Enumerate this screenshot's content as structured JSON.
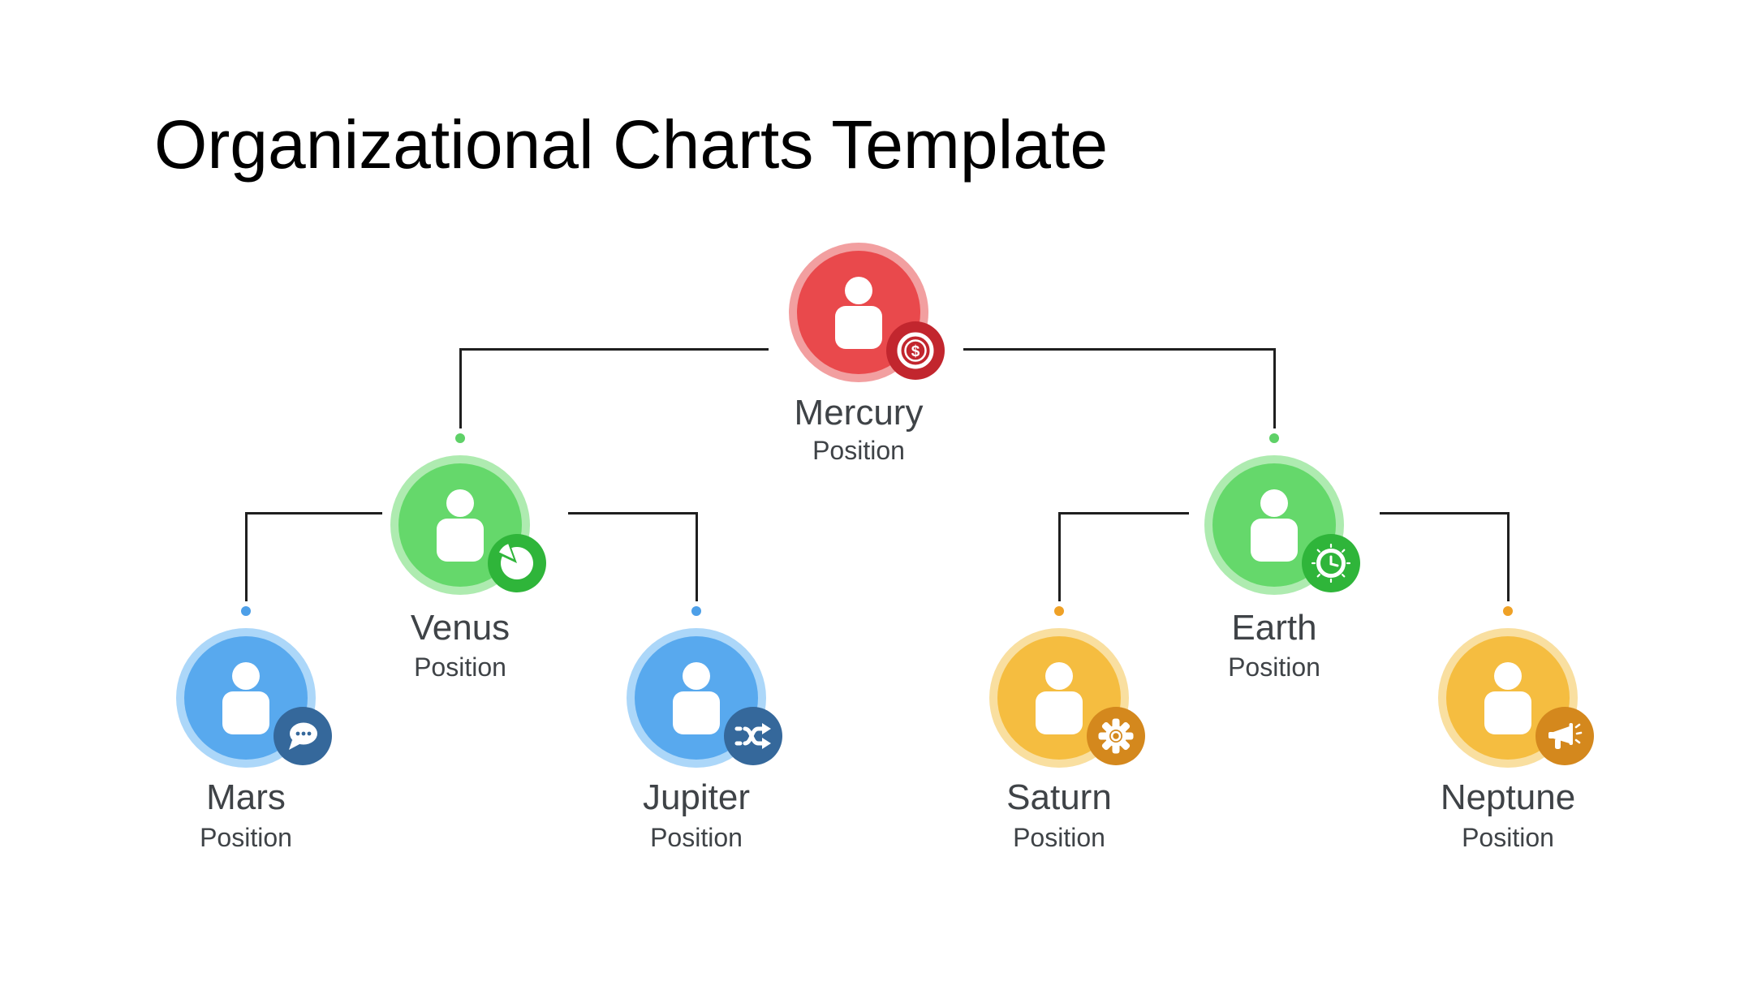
{
  "title": "Organizational Charts Template",
  "palette": {
    "red": {
      "core": "#E9494C",
      "halo": "#F29FA0",
      "badge": "#C2262E"
    },
    "green": {
      "core": "#65D86B",
      "halo": "#AEEBB0",
      "badge": "#2FB53A",
      "dot": "#5ED167"
    },
    "blue": {
      "core": "#58A9EE",
      "halo": "#ACD7F9",
      "badge": "#35689B",
      "dot": "#4D9FE8"
    },
    "yellow": {
      "core": "#F5BD40",
      "halo": "#F9DFA0",
      "badge": "#D4881D",
      "dot": "#EFA126"
    }
  },
  "connector_color": "#1F1F1F",
  "text_color": "#3F4347",
  "nodes": [
    {
      "name": "Mercury",
      "position": "Position",
      "color": "red",
      "badge_icon": "dollar-coin-icon"
    },
    {
      "name": "Venus",
      "position": "Position",
      "color": "green",
      "badge_icon": "pie-chart-icon"
    },
    {
      "name": "Earth",
      "position": "Position",
      "color": "green",
      "badge_icon": "clock-icon"
    },
    {
      "name": "Mars",
      "position": "Position",
      "color": "blue",
      "badge_icon": "chat-icon"
    },
    {
      "name": "Jupiter",
      "position": "Position",
      "color": "blue",
      "badge_icon": "shuffle-icon"
    },
    {
      "name": "Saturn",
      "position": "Position",
      "color": "yellow",
      "badge_icon": "gear-icon"
    },
    {
      "name": "Neptune",
      "position": "Position",
      "color": "yellow",
      "badge_icon": "megaphone-icon"
    }
  ],
  "hierarchy": {
    "root": "Mercury",
    "children": {
      "Mercury": [
        "Venus",
        "Earth"
      ],
      "Venus": [
        "Mars",
        "Jupiter"
      ],
      "Earth": [
        "Saturn",
        "Neptune"
      ]
    }
  }
}
